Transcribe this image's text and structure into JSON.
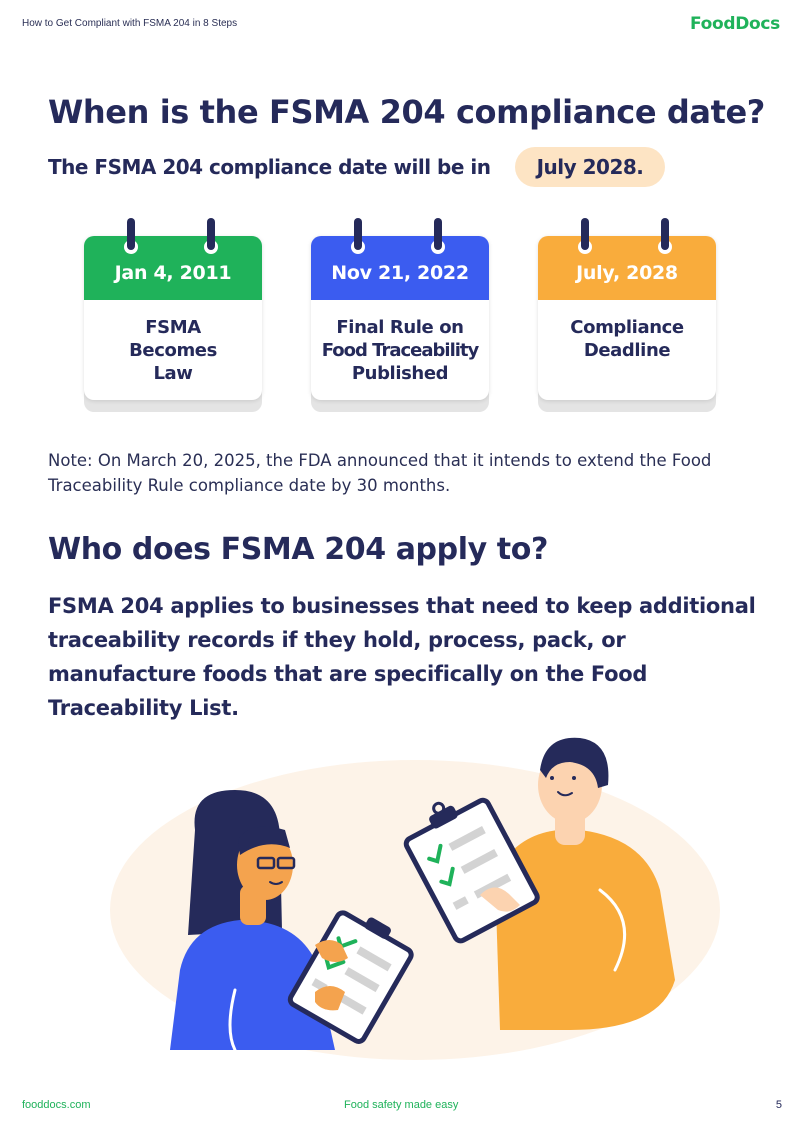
{
  "header": {
    "doc_title": "How to Get Compliant with FSMA 204 in 8 Steps",
    "logo_text": "FoodDocs"
  },
  "section1": {
    "heading": "When is the FSMA 204 compliance date?",
    "subheading": "The FSMA 204 compliance date will be in",
    "highlight": "July 2028."
  },
  "calendars": [
    {
      "date": "Jan 4, 2011",
      "line1": "FSMA",
      "line2": "Becomes",
      "line3": "Law",
      "color": "#1fb25a"
    },
    {
      "date": "Nov 21, 2022",
      "line1": "Final Rule on",
      "line2": "Food Traceability",
      "line3": "Published",
      "color": "#3b5cf0"
    },
    {
      "date": "July, 2028",
      "line1": "Compliance",
      "line2": "Deadline",
      "line3": "",
      "color": "#f9ac3c"
    }
  ],
  "note": "Note: On March 20, 2025, the FDA announced that it intends to extend the Food Traceability Rule compliance date by 30 months.",
  "section2": {
    "heading": "Who does FSMA 204 apply to?",
    "paragraph": "FSMA 204 applies to businesses that need to keep additional traceability records if they hold, process, pack, or manufacture foods that are specifically on the Food Traceability List."
  },
  "footer": {
    "website": "fooddocs.com",
    "tagline": "Food safety made easy",
    "page_number": "5"
  },
  "colors": {
    "navy": "#252a5a",
    "brand_green": "#1fb25a",
    "blue": "#3b5cf0",
    "orange": "#f9ac3c",
    "pill_bg": "#fde4c4"
  }
}
